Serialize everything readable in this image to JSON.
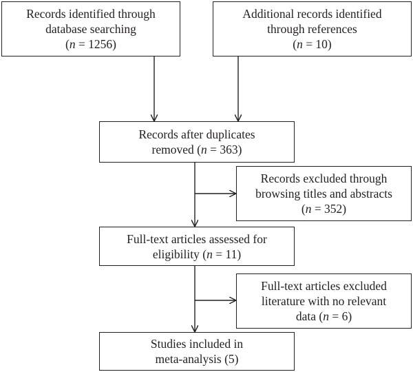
{
  "boxes": {
    "db_search": {
      "lines": [
        "Records identified through",
        "database searching"
      ],
      "n_line": [
        "(",
        "n",
        " = 1256)"
      ]
    },
    "references": {
      "lines": [
        "Additional records identified",
        "through references"
      ],
      "n_line": [
        "(",
        "n",
        " = 10)"
      ]
    },
    "duplicates": {
      "lines": [
        "Records after duplicates"
      ],
      "n_line": [
        "removed (",
        "n",
        " = 363)"
      ]
    },
    "excluded_titles": {
      "lines": [
        "Records excluded through",
        "browsing titles and abstracts"
      ],
      "n_line": [
        "(",
        "n",
        " = 352)"
      ]
    },
    "fulltext": {
      "lines": [
        "Full-text articles assessed for"
      ],
      "n_line": [
        "eligibility (",
        "n",
        " = 11)"
      ]
    },
    "excluded_fulltext": {
      "lines": [
        "Full-text articles excluded",
        "literature with no relevant"
      ],
      "n_line": [
        "data (",
        "n",
        " = 6)"
      ]
    },
    "included": {
      "lines": [
        "Studies included in",
        "meta-analysis (5)"
      ]
    }
  },
  "colors": {
    "stroke": "#231f20",
    "background": "#ffffff"
  }
}
